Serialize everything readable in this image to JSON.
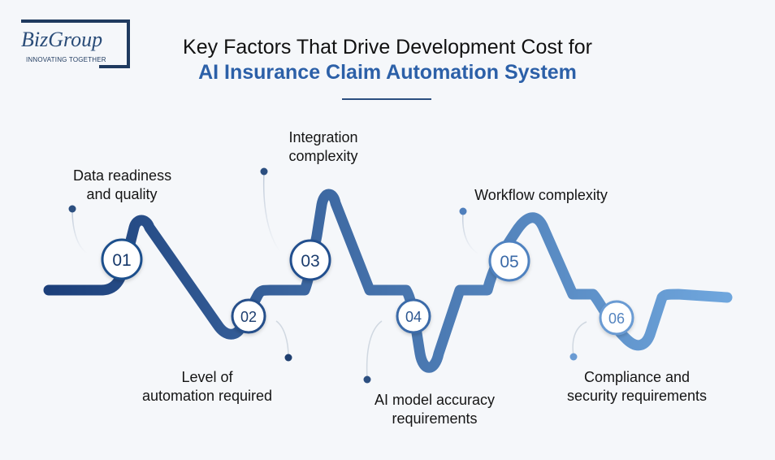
{
  "logo": {
    "word": "BizGroup",
    "tagline": "INNOVATING TOGETHER"
  },
  "title": {
    "line1": "Key Factors That Drive Development Cost for",
    "line2": "AI Insurance Claim Automation System"
  },
  "factors": [
    {
      "number": "01",
      "line1": "Data readiness",
      "line2": "and quality"
    },
    {
      "number": "02",
      "line1": "Level of",
      "line2": "automation required"
    },
    {
      "number": "03",
      "line1": "Integration",
      "line2": "complexity"
    },
    {
      "number": "04",
      "line1": "AI model accuracy",
      "line2": "requirements"
    },
    {
      "number": "05",
      "line1": "Workflow complexity",
      "line2": ""
    },
    {
      "number": "06",
      "line1": "Compliance and",
      "line2": "security requirements"
    }
  ],
  "colors": {
    "dark": "#1c3f7a",
    "light": "#6fa6dd",
    "title_accent": "#2c60a8"
  }
}
